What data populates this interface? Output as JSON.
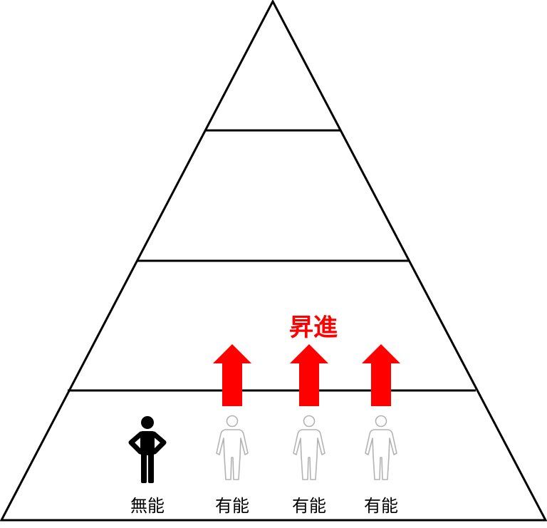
{
  "colors": {
    "outline": "#000000",
    "promotion": "#ff0000",
    "incompetent_figure": "#000000",
    "competent_figure": "#b3b3b3"
  },
  "promotion": {
    "label": "昇進"
  },
  "people": [
    {
      "label": "無能",
      "type": "incompetent",
      "promoted": false
    },
    {
      "label": "有能",
      "type": "competent",
      "promoted": true
    },
    {
      "label": "有能",
      "type": "competent",
      "promoted": true
    },
    {
      "label": "有能",
      "type": "competent",
      "promoted": true
    }
  ]
}
